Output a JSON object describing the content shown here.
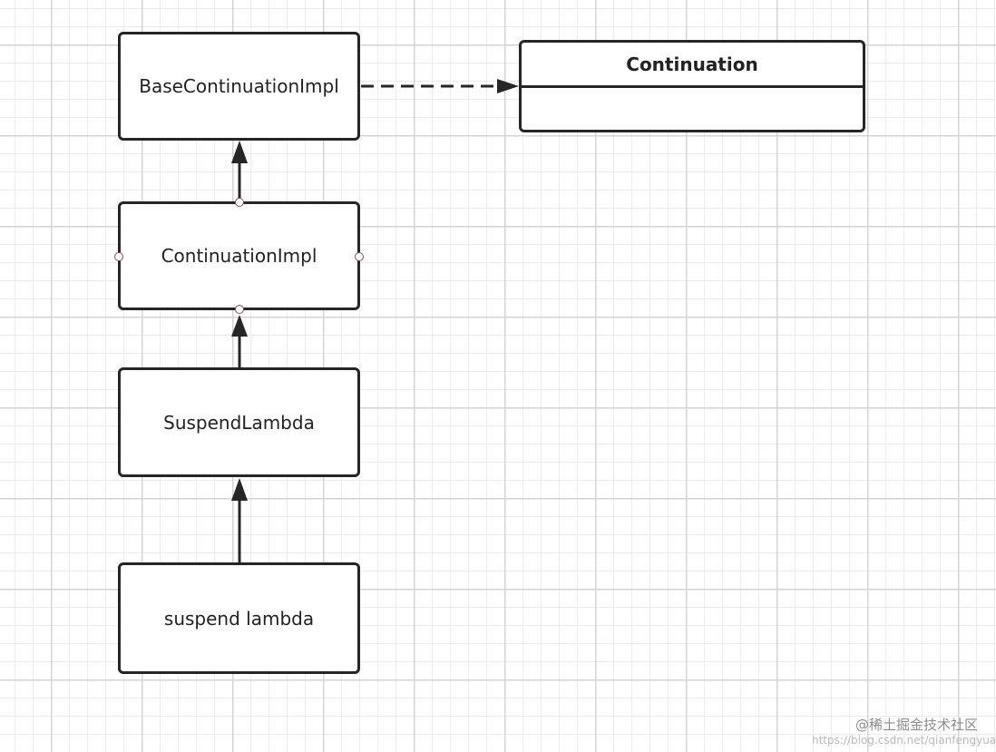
{
  "diagram": {
    "nodes": {
      "base_continuation_impl": "BaseContinuationImpl",
      "continuation_impl": "ContinuationImpl",
      "suspend_lambda": "SuspendLambda",
      "suspend_lambda_instance": "suspend lambda"
    },
    "interface": {
      "name": "Continuation"
    },
    "edges": [
      {
        "from": "BaseContinuationImpl",
        "to": "Continuation",
        "style": "dashed",
        "kind": "implements"
      },
      {
        "from": "ContinuationImpl",
        "to": "BaseContinuationImpl",
        "style": "solid",
        "kind": "extends"
      },
      {
        "from": "SuspendLambda",
        "to": "ContinuationImpl",
        "style": "solid",
        "kind": "extends"
      },
      {
        "from": "suspend lambda",
        "to": "SuspendLambda",
        "style": "solid",
        "kind": "extends"
      }
    ]
  },
  "watermark": {
    "text": "@稀土掘金技术社区",
    "url": "https://blog.csdn.net/qianfengyuan"
  },
  "colors": {
    "stroke": "#262626",
    "port": "#8a4b4b",
    "grid": "#d4d4d4"
  }
}
